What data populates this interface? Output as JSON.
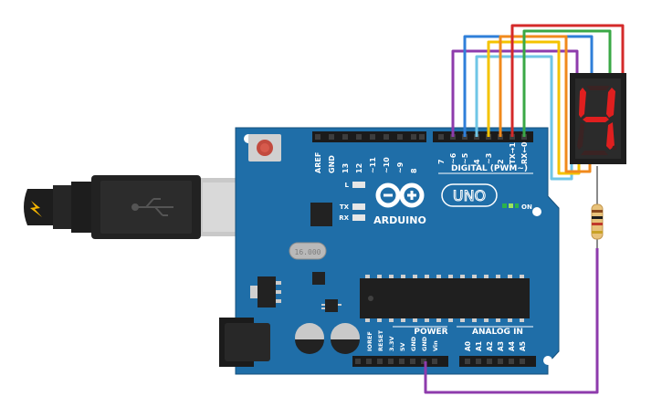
{
  "board": {
    "logo_text": "ARDUINO",
    "model": "UNO",
    "on_label": "ON",
    "led_l": "L",
    "led_tx": "TX",
    "led_rx": "RX",
    "crystal": "16.000",
    "power_header": "POWER",
    "analog_header": "ANALOG IN",
    "digital_header": "DIGITAL (PWM~)",
    "left_digital": [
      "AREF",
      "GND",
      "13",
      "12",
      "~11",
      "~10",
      "~9",
      "8"
    ],
    "right_digital": [
      "7",
      "~6",
      "~5",
      "4",
      "~3",
      "2",
      "TX→1",
      "RX←0"
    ],
    "power_pins": [
      "IOREF",
      "RESET",
      "3.3V",
      "5V",
      "GND",
      "GND",
      "Vin"
    ],
    "analog_pins": [
      "A0",
      "A1",
      "A2",
      "A3",
      "A4",
      "A5"
    ]
  },
  "display": {
    "digit": "4"
  },
  "wire_colors": {
    "purple": "#8e3bac",
    "blue": "#2f7fd9",
    "light_blue": "#6fc6e6",
    "yellow": "#f4c300",
    "orange": "#f08a1c",
    "red": "#d42a2a",
    "green": "#3aa846"
  },
  "colors": {
    "board": "#1f6ea8",
    "board_dark": "#15507d",
    "segment_on": "#e01f1f",
    "segment_off": "#3a2323"
  }
}
